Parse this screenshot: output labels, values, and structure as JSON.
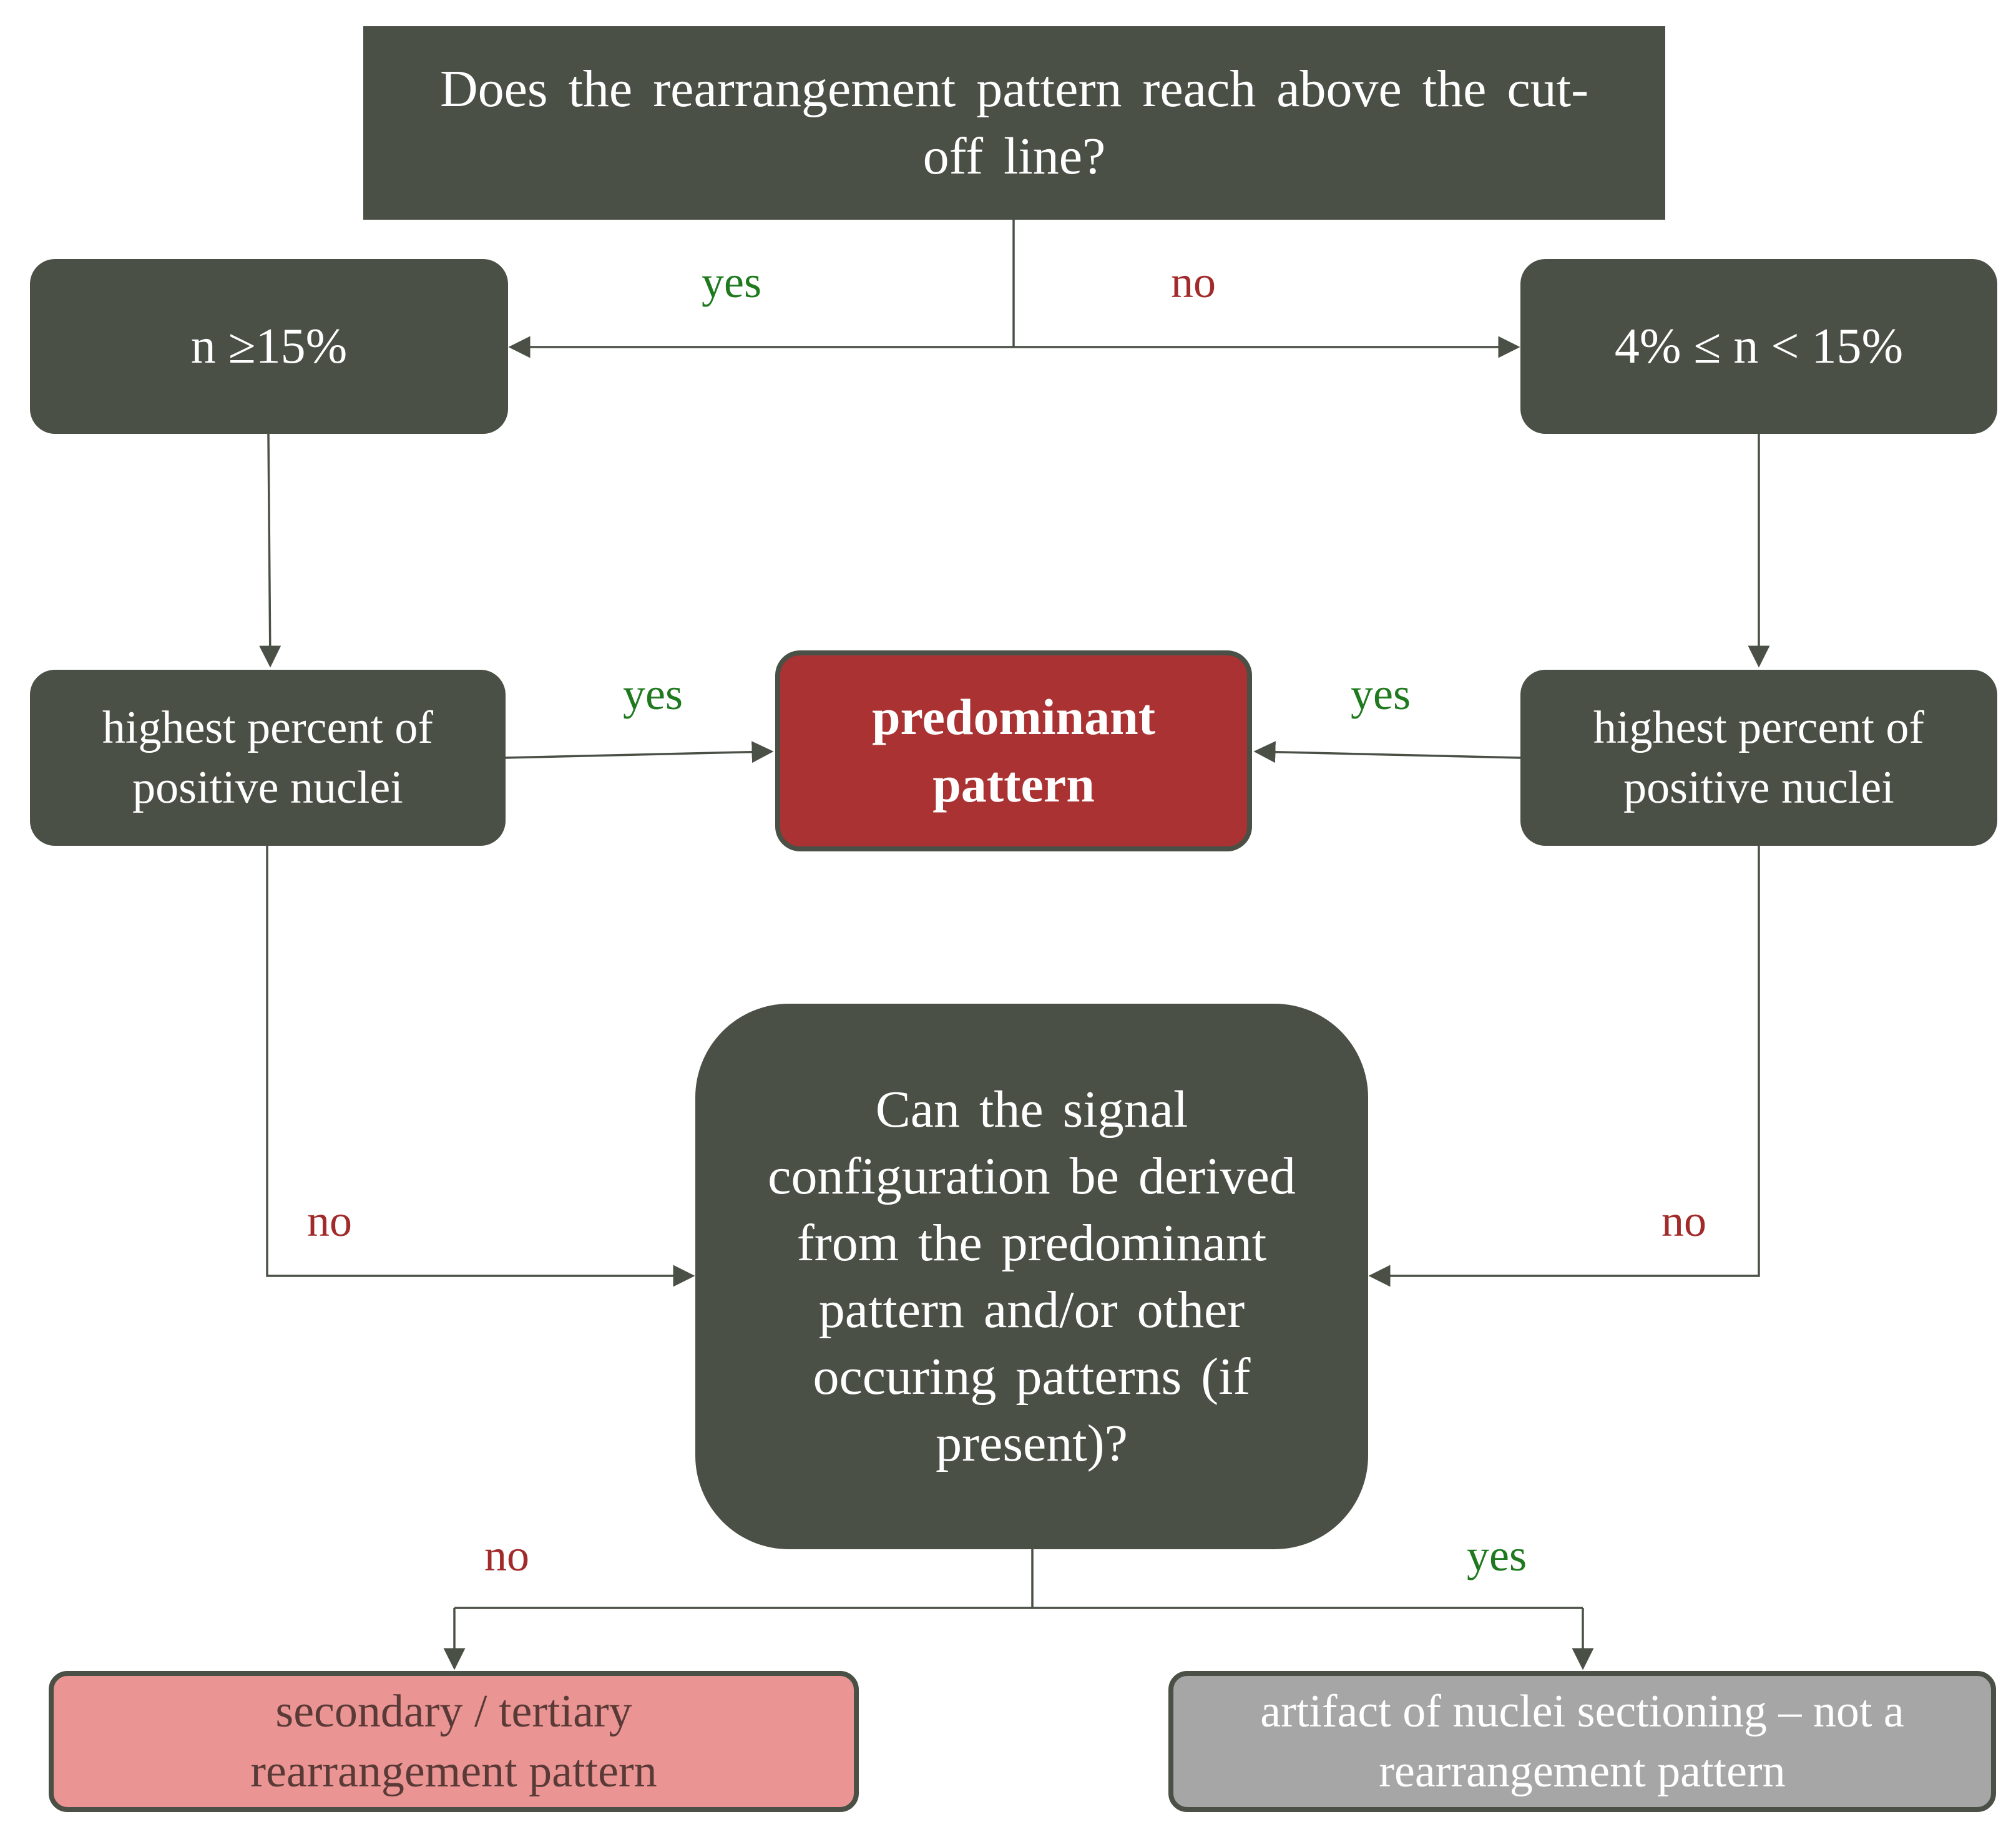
{
  "nodes": {
    "q1": "Does the rearrangement pattern reach above the cut-off line?",
    "left_condition": "n ≥15%",
    "right_condition": "4% ≤ n < 15%",
    "left_highest": "highest percent of positive nuclei",
    "right_highest": "highest percent of positive nuclei",
    "predominant": "predominant pattern",
    "q2": "Can the signal configuration be derived from the predominant pattern and/or other occuring patterns (if present)?",
    "secondary": "secondary / tertiary rearrangement pattern",
    "artifact": "artifact of nuclei sectioning – not a rearrangement pattern"
  },
  "edge_labels": {
    "top_yes": "yes",
    "top_no": "no",
    "mid_left_yes": "yes",
    "mid_right_yes": "yes",
    "left_no": "no",
    "right_no": "no",
    "bottom_no": "no",
    "bottom_yes": "yes"
  },
  "colors": {
    "dark_box": "#4a5046",
    "predominant_box": "#aa3232",
    "secondary_box": "#ea9594",
    "artifact_box": "#a6a6a6",
    "yes_label": "#1f7a1f",
    "no_label": "#a12a2a",
    "connector": "#4a5046"
  }
}
